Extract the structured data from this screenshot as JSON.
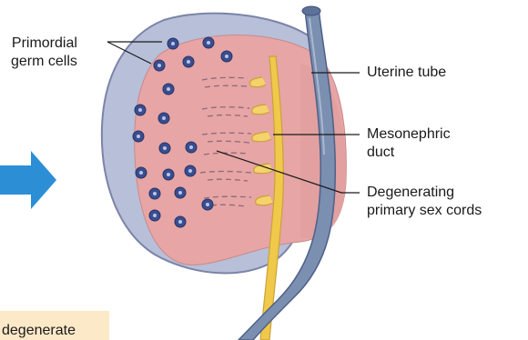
{
  "labels": {
    "primordial_germ_cells": "Primordial\ngerm cells",
    "uterine_tube": "Uterine tube",
    "mesonephric_duct": "Mesonephric\nduct",
    "degenerating_cords": "Degenerating\nprimary sex cords"
  },
  "note_text": "degenerate",
  "colors": {
    "ovary_outer": "#b7bfd9",
    "ovary_inner": "#e7a5a5",
    "germ_cell": "#3a4d8f",
    "duct": "#f1c94a",
    "tube": "#7b8fb1",
    "arrow": "#2c8fd6",
    "note_bg": "#fbe9c8"
  }
}
